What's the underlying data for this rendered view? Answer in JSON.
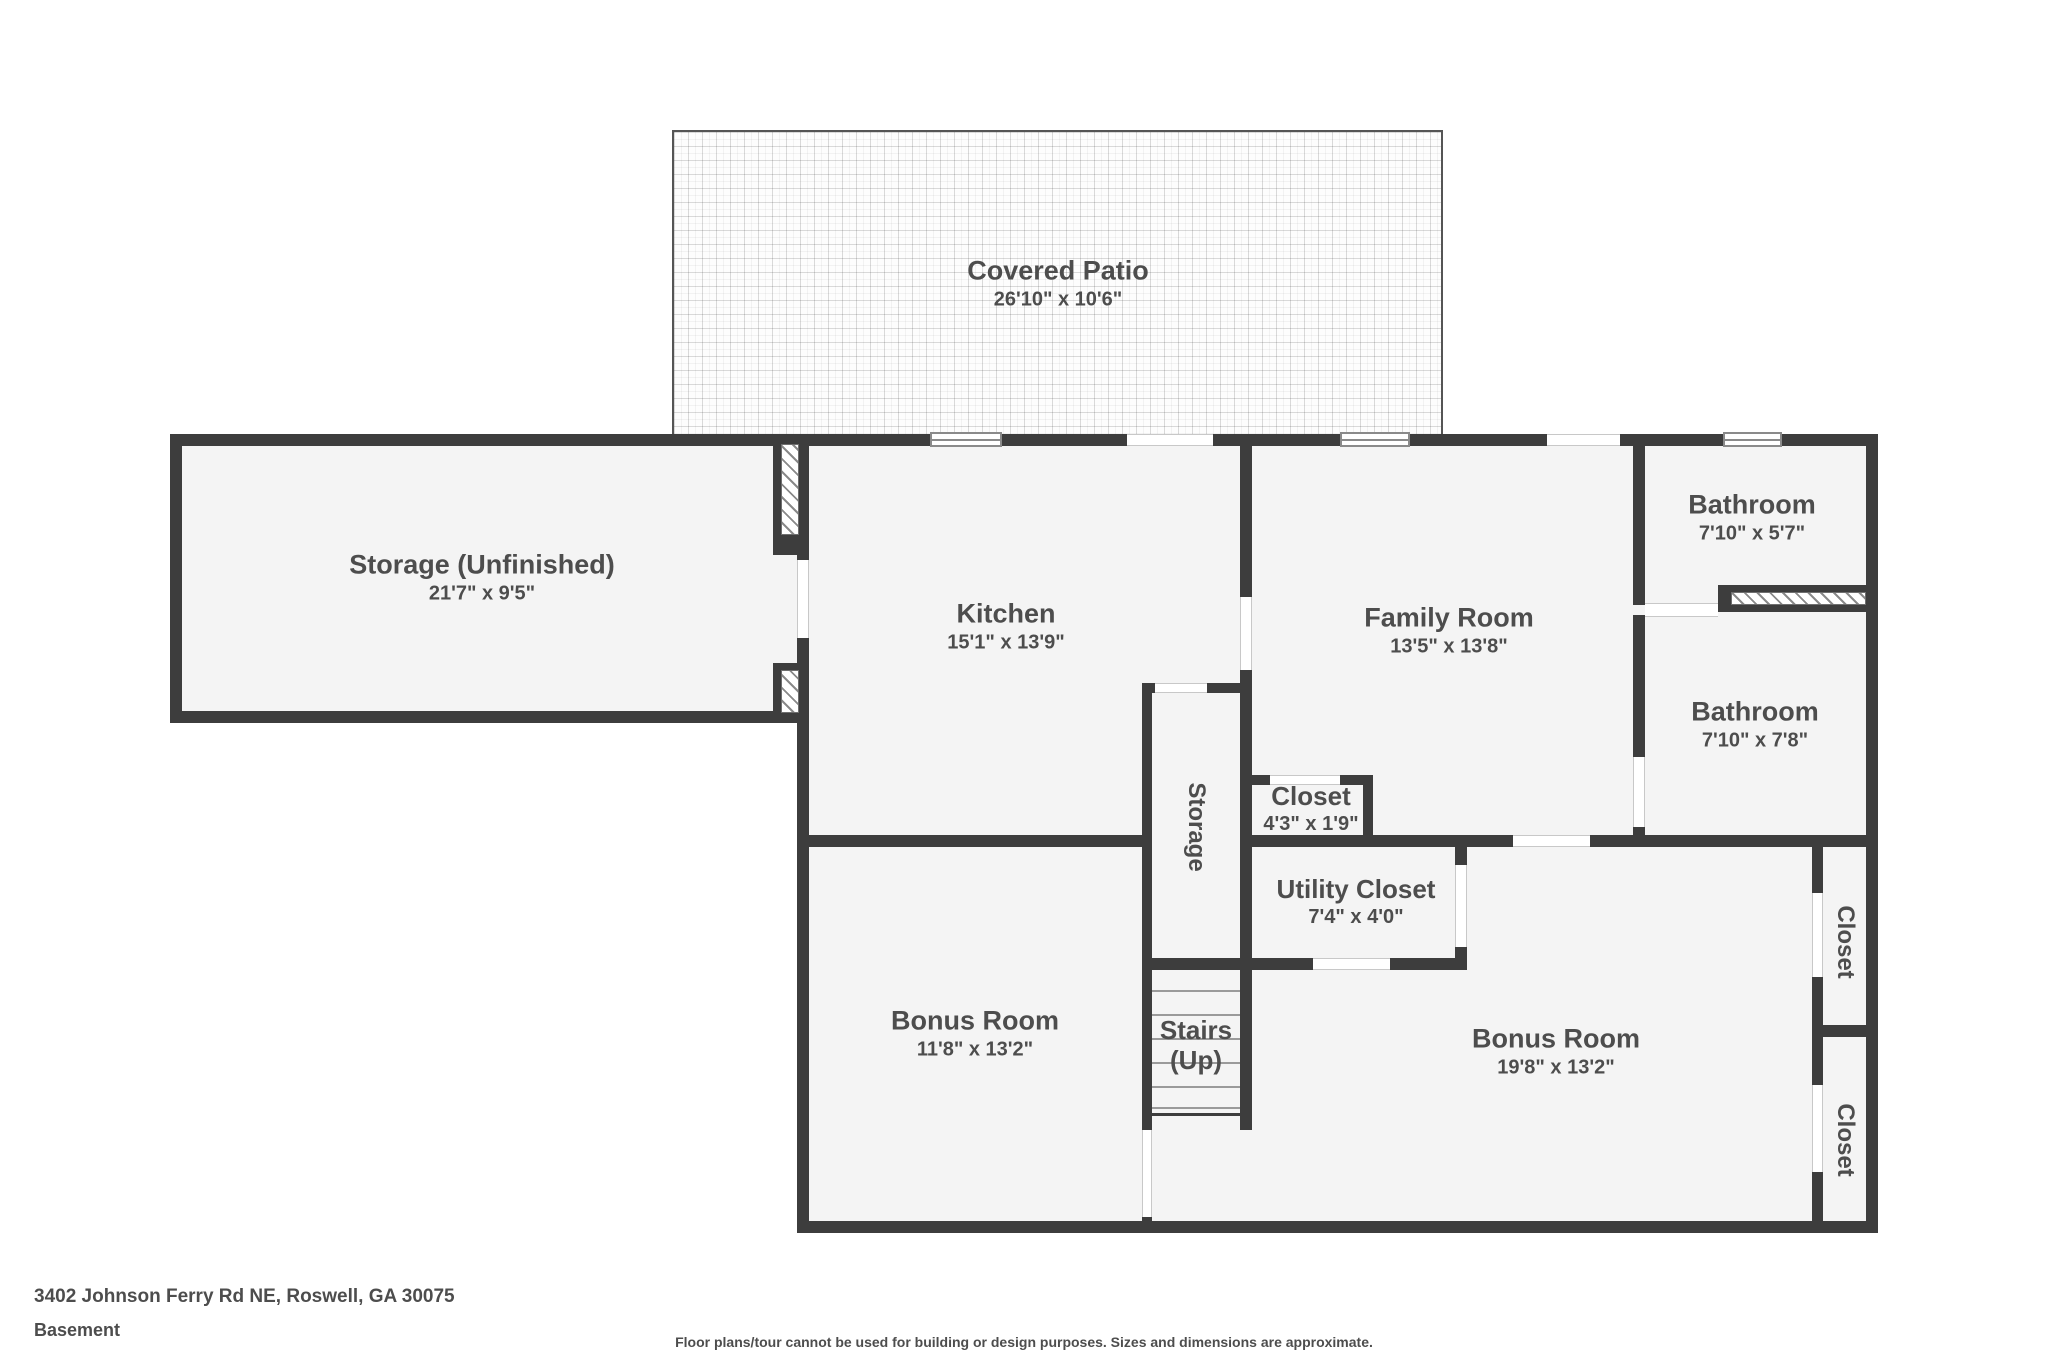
{
  "floorplan": {
    "address": "3402 Johnson Ferry Rd NE, Roswell, GA 30075",
    "level": "Basement",
    "disclaimer": "Floor plans/tour cannot be used for building or design purposes. Sizes and dimensions are approximate.",
    "colors": {
      "wall": "#3d3d3d",
      "room_fill": "#f4f4f4",
      "text": "#4d4d4d"
    },
    "rooms": {
      "covered_patio": {
        "name": "Covered Patio",
        "dims": "26'10\" x 10'6\""
      },
      "storage_unfinished": {
        "name": "Storage (Unfinished)",
        "dims": "21'7\" x 9'5\""
      },
      "kitchen": {
        "name": "Kitchen",
        "dims": "15'1\" x 13'9\""
      },
      "family_room": {
        "name": "Family Room",
        "dims": "13'5\" x 13'8\""
      },
      "bathroom_upper": {
        "name": "Bathroom",
        "dims": "7'10\" x 5'7\""
      },
      "bathroom_lower": {
        "name": "Bathroom",
        "dims": "7'10\" x 7'8\""
      },
      "closet_small": {
        "name": "Closet",
        "dims": "4'3\" x 1'9\""
      },
      "utility_closet": {
        "name": "Utility Closet",
        "dims": "7'4\" x 4'0\""
      },
      "storage_column": {
        "name": "Storage"
      },
      "bonus_room_left": {
        "name": "Bonus Room",
        "dims": "11'8\" x 13'2\""
      },
      "stairs": {
        "name_line1": "Stairs",
        "name_line2": "(Up)"
      },
      "bonus_room_right": {
        "name": "Bonus Room",
        "dims": "19'8\" x 13'2\""
      },
      "closet_right_upper": {
        "name": "Closet"
      },
      "closet_right_lower": {
        "name": "Closet"
      }
    }
  }
}
